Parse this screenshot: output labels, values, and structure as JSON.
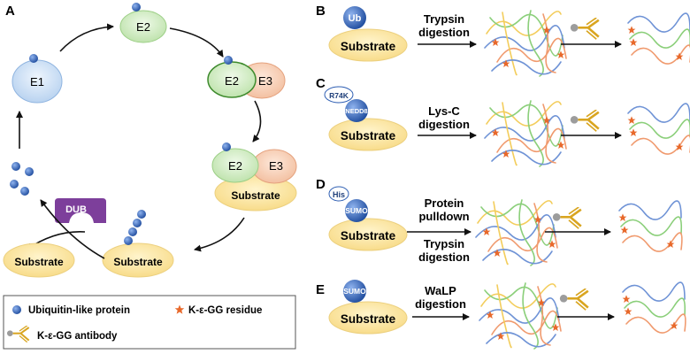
{
  "panels": {
    "a": {
      "letter": "A",
      "e1": "E1",
      "e2": "E2",
      "e3": "E3",
      "dub": "DUB",
      "substrate": "Substrate"
    },
    "b": {
      "letter": "B",
      "tag": "Ub",
      "substrate": "Substrate",
      "step_line1": "Trypsin",
      "step_line2": "digestion"
    },
    "c": {
      "letter": "C",
      "tag": "NEDD8",
      "mutant_tag": "R74K",
      "substrate": "Substrate",
      "step_line1": "Lys-C",
      "step_line2": "digestion"
    },
    "d": {
      "letter": "D",
      "tag": "SUMO",
      "affinity_tag": "His",
      "substrate": "Substrate",
      "step_line1": "Protein",
      "step_line2": "pulldown",
      "step_line3": "Trypsin",
      "step_line4": "digestion"
    },
    "e": {
      "letter": "E",
      "tag": "SUMO",
      "substrate": "Substrate",
      "step_line1": "WaLP",
      "step_line2": "digestion"
    }
  },
  "legend": {
    "ubl": "Ubiquitin-like protein",
    "residue": "K-ε-GG residue",
    "antibody": "K-ε-GG antibody"
  },
  "colors": {
    "ubiquitin_blue": "#2f5fb3",
    "substrate_yellow": "#fbe4a0",
    "e1_blue": "#c8dcf3",
    "e2_green": "#cdeac0",
    "e3_orange": "#f6cdb4",
    "dub_purple": "#7d3f9b",
    "antibody_gold": "#d9a520",
    "star_orange": "#e8692b",
    "peptide_blue": "#6f93d6",
    "peptide_green": "#8bcf7a",
    "peptide_orange": "#f09a6e",
    "peptide_yellow": "#f3cd5c"
  }
}
